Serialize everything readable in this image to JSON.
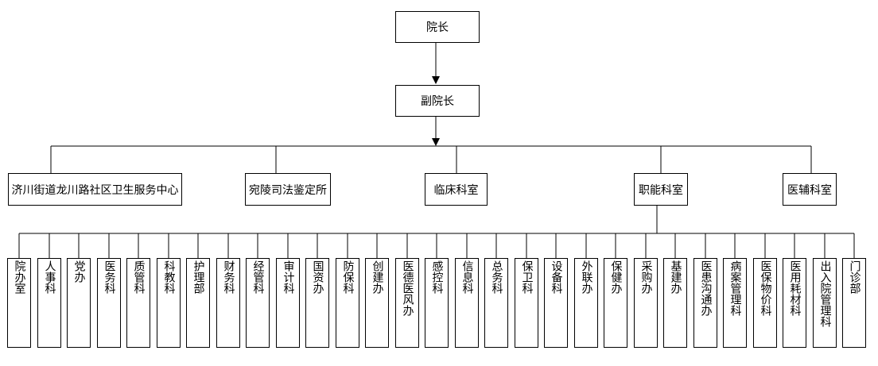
{
  "top": "院长",
  "second": "副院长",
  "branches": [
    "济川街道龙川路社区卫生服务中心",
    "宛陵司法鉴定所",
    "临床科室",
    "职能科室",
    "医辅科室"
  ],
  "functional": [
    "院办室",
    "人事科",
    "党办",
    "医务科",
    "质管科",
    "科教科",
    "护理部",
    "财务科",
    "经管科",
    "审计科",
    "国资办",
    "防保科",
    "创建办",
    "医德医风办",
    "感控科",
    "信息科",
    "总务科",
    "保卫科",
    "设备科",
    "外联办",
    "保健办",
    "采购办",
    "基建办",
    "医患沟通办",
    "病案管理科",
    "医保物价科",
    "医用耗材科",
    "出入院管理科",
    "门诊部"
  ]
}
